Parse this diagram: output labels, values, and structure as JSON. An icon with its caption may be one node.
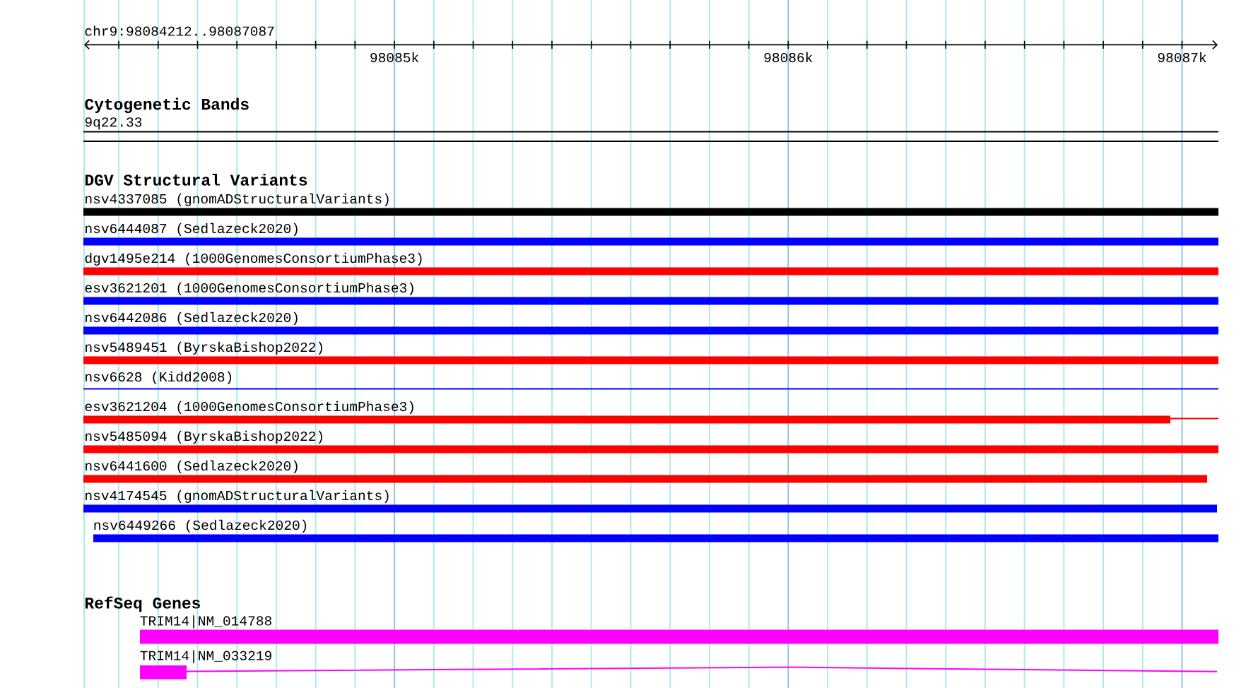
{
  "diagram": {
    "nodes": [
      {
        "text": [
          "9q22.33"
        ]
      },
      {
        "text": [
          "nsv4337085 (gnomADStructuralVariants)"
        ]
      },
      {
        "text": [
          "nsv6444087 (Sedlazeck2020)"
        ]
      },
      {
        "text": [
          "dgv1495e214 (1000GenomesConsortiumPhase3)"
        ]
      },
      {
        "text": [
          "esv3621201 (1000GenomesConsortiumPhase3)"
        ]
      },
      {
        "text": [
          "nsv6442086 (Sedlazeck2020)"
        ]
      },
      {
        "text": [
          "nsv5489451 (ByrskaBishop2022)"
        ]
      },
      {
        "text": [
          "nsv6628 (Kidd2008)"
        ]
      },
      {
        "text": [
          "esv3621204 (1000GenomesConsortiumPhase3)"
        ]
      },
      {
        "text": [
          "nsv5485094 (ByrskaBishop2022)"
        ]
      },
      {
        "text": [
          "nsv6441600 (Sedlazeck2020)"
        ]
      },
      {
        "text": [
          "nsv4174545 (gnomADStructuralVariants)"
        ]
      },
      {
        "text": [
          "nsv6449266 (Sedlazeck2020)"
        ]
      },
      {
        "text": [
          "TRIM14|NM_014788"
        ]
      },
      {
        "text": [
          "TRIM14|NM_033219"
        ]
      }
    ],
    "labels": [
      "chr9:98084212..98087087",
      "98085k",
      "98086k",
      "98087k",
      "Cytogenetic Bands",
      "DGV Structural Variants",
      "RefSeq Genes"
    ]
  }
}
